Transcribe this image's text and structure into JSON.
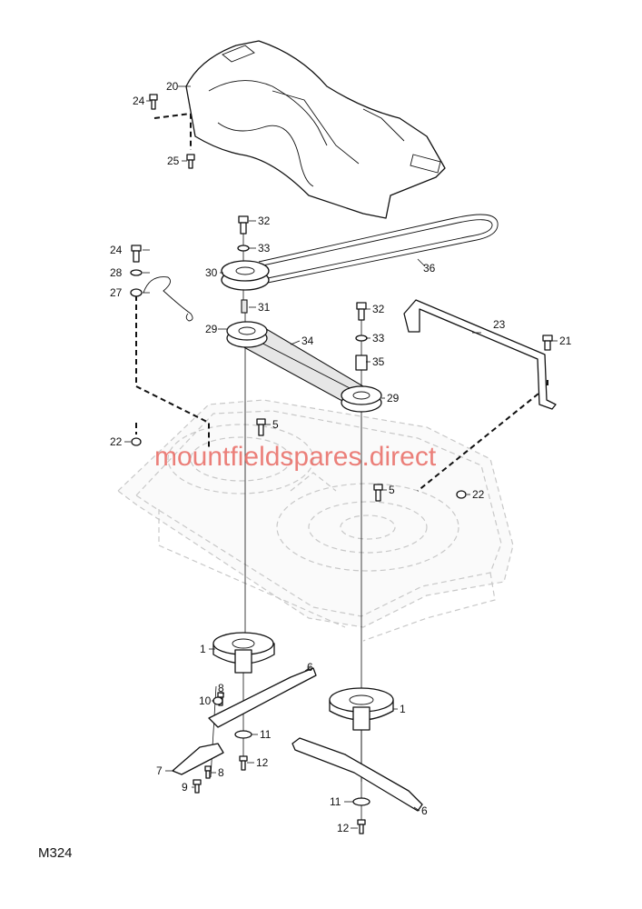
{
  "figure_code": "M324",
  "watermark": "mountfieldspares.direct",
  "labels": [
    {
      "id": "p20",
      "text": "20"
    },
    {
      "id": "p24a",
      "text": "24"
    },
    {
      "id": "p25",
      "text": "25"
    },
    {
      "id": "p32a",
      "text": "32"
    },
    {
      "id": "p33a",
      "text": "33"
    },
    {
      "id": "p24b",
      "text": "24"
    },
    {
      "id": "p28",
      "text": "28"
    },
    {
      "id": "p30",
      "text": "30"
    },
    {
      "id": "p27",
      "text": "27"
    },
    {
      "id": "p31",
      "text": "31"
    },
    {
      "id": "p36",
      "text": "36"
    },
    {
      "id": "p32b",
      "text": "32"
    },
    {
      "id": "p23",
      "text": "23"
    },
    {
      "id": "p29a",
      "text": "29"
    },
    {
      "id": "p34",
      "text": "34"
    },
    {
      "id": "p33b",
      "text": "33"
    },
    {
      "id": "p21",
      "text": "21"
    },
    {
      "id": "p35",
      "text": "35"
    },
    {
      "id": "p29b",
      "text": "29"
    },
    {
      "id": "p5a",
      "text": "5"
    },
    {
      "id": "p22a",
      "text": "22"
    },
    {
      "id": "p5b",
      "text": "5"
    },
    {
      "id": "p22b",
      "text": "22"
    },
    {
      "id": "p1a",
      "text": "1"
    },
    {
      "id": "p6a",
      "text": "6"
    },
    {
      "id": "p8a",
      "text": "8"
    },
    {
      "id": "p10",
      "text": "10"
    },
    {
      "id": "p1b",
      "text": "1"
    },
    {
      "id": "p11a",
      "text": "11"
    },
    {
      "id": "p7",
      "text": "7"
    },
    {
      "id": "p8b",
      "text": "8"
    },
    {
      "id": "p12a",
      "text": "12"
    },
    {
      "id": "p9",
      "text": "9"
    },
    {
      "id": "p11b",
      "text": "11"
    },
    {
      "id": "p6b",
      "text": "6"
    },
    {
      "id": "p12b",
      "text": "12"
    }
  ]
}
